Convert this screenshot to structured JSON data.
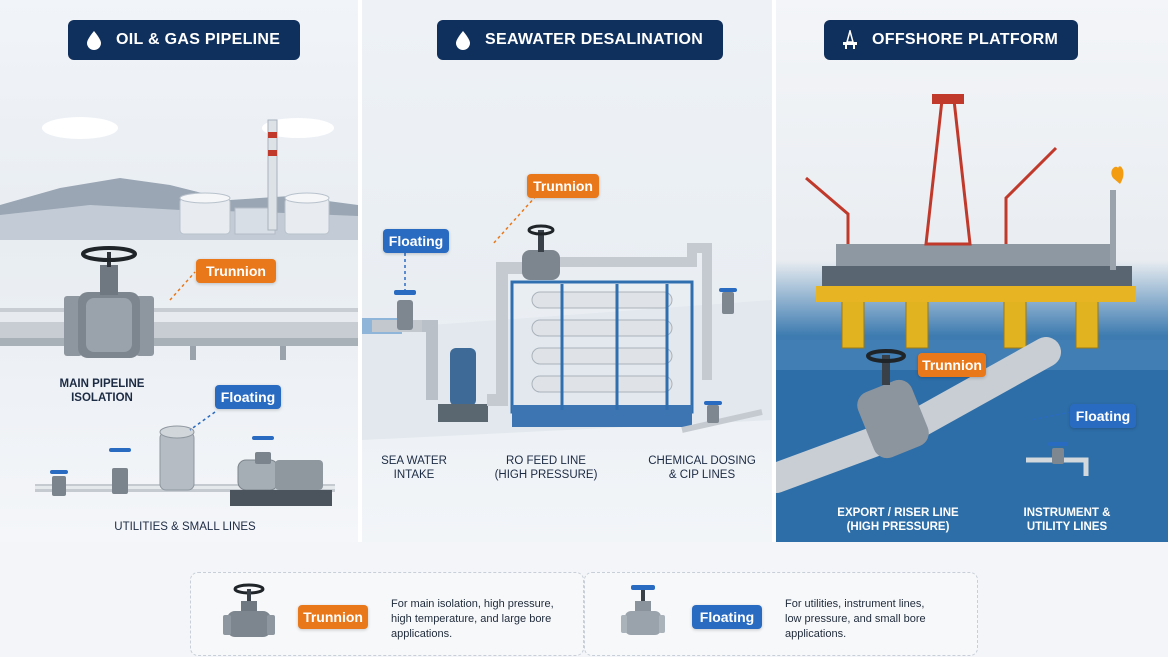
{
  "panels": {
    "oil_gas": {
      "title": "OIL & GAS PIPELINE",
      "icon": "droplet-icon",
      "tags": {
        "trunnion": "Trunnion",
        "floating": "Floating"
      },
      "captions": {
        "main": "MAIN PIPELINE\nISOLATION",
        "utilities": "UTILITIES & SMALL LINES"
      }
    },
    "desalination": {
      "title": "SEAWATER DESALINATION",
      "icon": "droplet-icon",
      "tags": {
        "trunnion": "Trunnion",
        "floating": "Floating"
      },
      "captions": {
        "intake": "SEA WATER\nINTAKE",
        "ro_feed": "RO FEED LINE\n(HIGH PRESSURE)",
        "chemical": "CHEMICAL DOSING\n& CIP LINES"
      }
    },
    "offshore": {
      "title": "OFFSHORE PLATFORM",
      "icon": "oil-rig-icon",
      "tags": {
        "trunnion": "Trunnion",
        "floating": "Floating"
      },
      "captions": {
        "export": "EXPORT / RISER LINE\n(HIGH PRESSURE)",
        "instrument": "INSTRUMENT &\nUTILITY LINES"
      }
    }
  },
  "legend": [
    {
      "tag": "Trunnion",
      "text": "For main isolation, high pressure,\nhigh temperature, and large bore\napplications."
    },
    {
      "tag": "Floating",
      "text": "For utilities, instrument lines,\nlow pressure, and small bore\napplications."
    }
  ],
  "colors": {
    "navy": "#0f2f5c",
    "trunnion": "#e9781b",
    "floating": "#2a6bc2"
  }
}
